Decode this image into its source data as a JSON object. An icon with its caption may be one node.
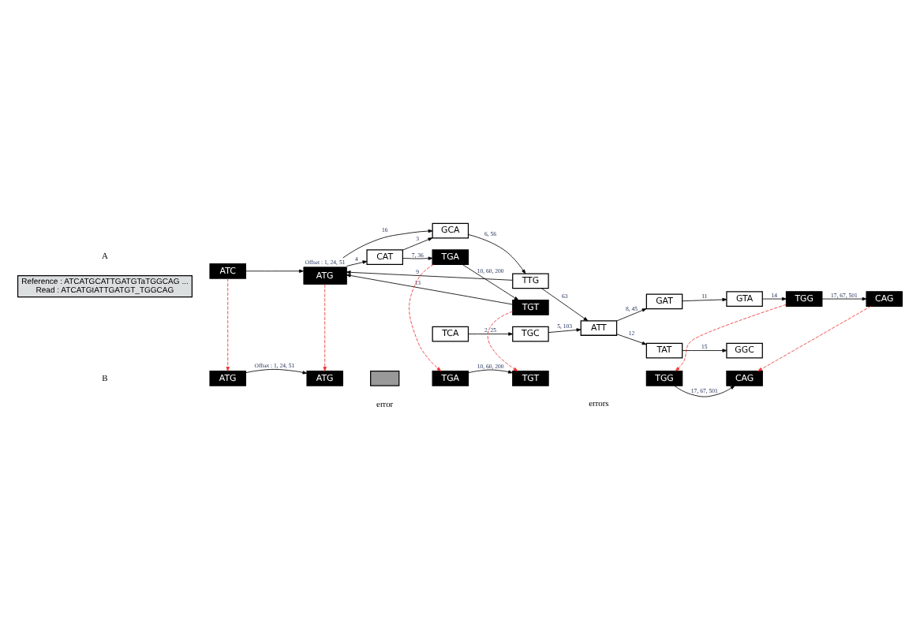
{
  "diagram": {
    "nodes": [
      {
        "text": [
          "Reference : ATCATGCATTGATGTaTGGCAG ...",
          "Read : ATCATGtATTGATGT_TGGCAG"
        ]
      },
      {
        "text": [
          "ATC"
        ]
      },
      {
        "text": [
          "ATG"
        ],
        "beside": [
          "Offset : 1, 24, 51"
        ]
      },
      {
        "text": [
          "CAT"
        ]
      },
      {
        "text": [
          "GCA"
        ]
      },
      {
        "text": [
          "TTG"
        ]
      },
      {
        "text": [
          "TGC"
        ]
      },
      {
        "text": [
          "TCA"
        ]
      },
      {
        "text": [
          "ATT"
        ]
      },
      {
        "text": [
          "TGT"
        ]
      },
      {
        "text": [
          "TGA"
        ]
      },
      {
        "text": [
          "GAT"
        ]
      },
      {
        "text": [
          "GTA"
        ]
      },
      {
        "text": [
          "TAT"
        ]
      },
      {
        "text": [
          "GGC"
        ]
      },
      {
        "text": [
          "TGG"
        ]
      },
      {
        "text": [
          "CAG"
        ]
      },
      {
        "text": [
          "ATG"
        ]
      },
      {
        "text": [
          "ATG"
        ]
      },
      {
        "text": [],
        "shape": "box"
      },
      {
        "text": [
          "TGA"
        ]
      },
      {
        "text": [
          "TGT"
        ]
      },
      {
        "text": [
          "TGG"
        ]
      },
      {
        "text": [
          "CAG"
        ]
      }
    ],
    "edges": [
      {
        "from": 1,
        "to": 2,
        "arrow": "to"
      },
      {
        "from": 9,
        "to": 2,
        "arrow": "to",
        "label": "13"
      },
      {
        "from": 2,
        "to": 3,
        "arrow": "to",
        "label": "4"
      },
      {
        "from": 2,
        "to": 4,
        "arrow": "to",
        "label": "16"
      },
      {
        "from": 3,
        "to": 4,
        "arrow": "to",
        "label": "3"
      },
      {
        "from": 5,
        "to": 2,
        "arrow": "to",
        "label": "9"
      },
      {
        "from": 4,
        "to": 5,
        "arrow": "to",
        "label": "6, 56"
      },
      {
        "from": 3,
        "to": 10,
        "arrow": "to",
        "label": "7, 36"
      },
      {
        "from": 5,
        "to": 8,
        "arrow": "to",
        "label": "63"
      },
      {
        "from": 8,
        "to": 11,
        "arrow": "to",
        "label": "8, 45"
      },
      {
        "from": 7,
        "to": 6,
        "arrow": "to",
        "label": "2, 25"
      },
      {
        "from": 6,
        "to": 8,
        "arrow": "to",
        "label": "5, 103"
      },
      {
        "from": 8,
        "to": 13,
        "arrow": "to",
        "label": "12"
      },
      {
        "from": 10,
        "to": 9,
        "arrow": "to",
        "label": "10, 60, 200"
      },
      {
        "from": 11,
        "to": 12,
        "arrow": "to",
        "label": "11"
      },
      {
        "from": 12,
        "to": 15,
        "arrow": "to",
        "label": "14"
      },
      {
        "from": 13,
        "to": 14,
        "arrow": "to",
        "label": "15"
      },
      {
        "from": 15,
        "to": 16,
        "arrow": "to",
        "label": "17, 67, 501"
      },
      {
        "from": 1,
        "to": 17,
        "arrow": "to",
        "style": "dashed",
        "color": "#ee3333"
      },
      {
        "from": 2,
        "to": 18,
        "arrow": "to",
        "style": "dashed",
        "color": "#ee3333"
      },
      {
        "from": 10,
        "to": 20,
        "arrow": "to",
        "style": "dashed",
        "color": "#ee3333"
      },
      {
        "from": 9,
        "to": 21,
        "arrow": "to",
        "style": "dashed",
        "color": "#ee3333"
      },
      {
        "from": 15,
        "to": 22,
        "arrow": "to",
        "style": "dashed",
        "color": "#ee3333"
      },
      {
        "from": 16,
        "to": 23,
        "arrow": "to",
        "style": "dashed",
        "color": "#ee3333"
      },
      {
        "from": 17,
        "to": 18,
        "arrow": "to",
        "label": "Offset : 1, 24, 51"
      },
      {
        "from": 20,
        "to": 21,
        "arrow": "to",
        "label": "10, 60, 200"
      },
      {
        "from": 22,
        "to": 23,
        "arrow": "to",
        "label": "17, 67, 501"
      }
    ],
    "labels": [
      "A",
      "B",
      "error",
      "errors"
    ]
  }
}
